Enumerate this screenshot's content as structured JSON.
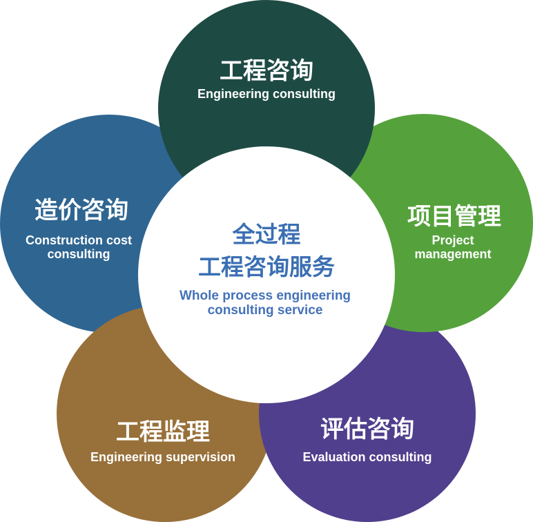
{
  "center": {
    "title_line1": "全过程",
    "title_line2": "工程咨询服务",
    "subtitle_line1": "Whole process engineering",
    "subtitle_line2": "consulting service"
  },
  "petals": [
    {
      "id": "engineering-consulting",
      "zh": "工程咨询",
      "en_line1": "Engineering consulting",
      "en_line2": "",
      "color": "#1e4a44"
    },
    {
      "id": "project-management",
      "zh": "项目管理",
      "en_line1": "Project",
      "en_line2": "management",
      "color": "#55a23c"
    },
    {
      "id": "evaluation-consulting",
      "zh": "评估咨询",
      "en_line1": "Evaluation consulting",
      "en_line2": "",
      "color": "#503f8d"
    },
    {
      "id": "engineering-supervision",
      "zh": "工程监理",
      "en_line1": "Engineering supervision",
      "en_line2": "",
      "color": "#98703a"
    },
    {
      "id": "cost-consulting",
      "zh": "造价咨询",
      "en_line1": "Construction cost",
      "en_line2": "consulting",
      "color": "#2f6591"
    }
  ]
}
